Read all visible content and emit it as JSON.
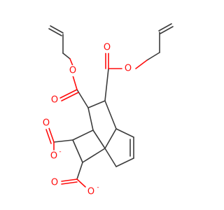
{
  "molecule": {
    "atom_labels": {
      "ester_top_left_O": "O",
      "ester_top_left_carbonyl_O": "O",
      "ester_top_right_O": "O",
      "ester_top_right_carbonyl_O": "O",
      "carboxylate_left_carbonyl_O": "O",
      "carboxylate_left_O": "O",
      "carboxylate_bottom_carbonyl_O": "O",
      "carboxylate_bottom_O": "O"
    },
    "charges": {
      "carboxylate_left": "-",
      "carboxylate_bottom": "-"
    },
    "colors": {
      "bond": "#3c3c3c",
      "oxygen": "#ff0d0d",
      "background": "#ffffff"
    }
  }
}
